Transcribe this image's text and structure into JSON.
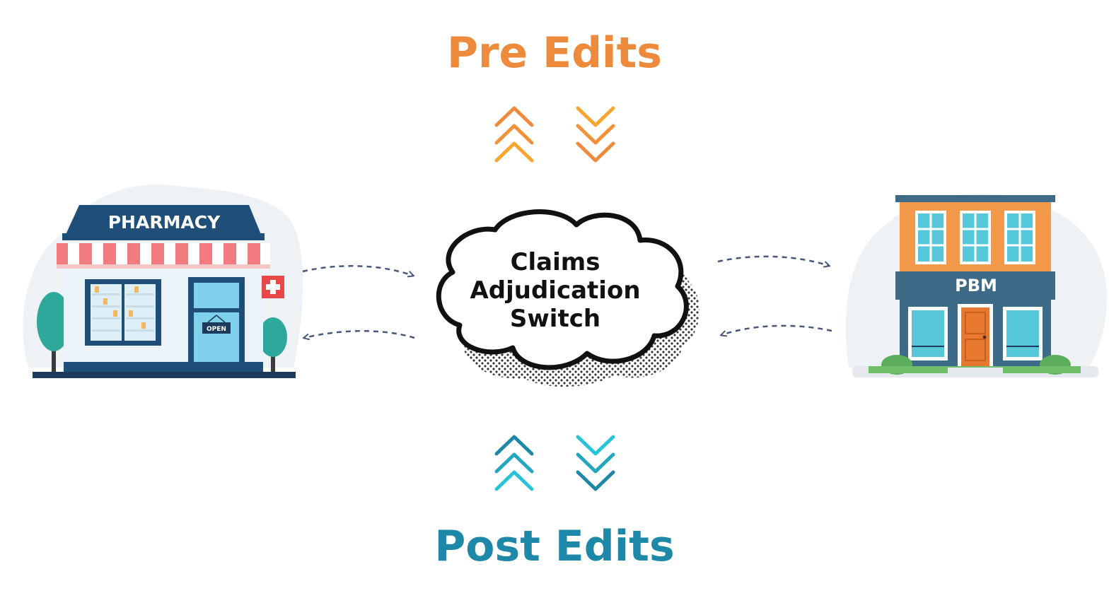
{
  "titles": {
    "pre": "Pre Edits",
    "post": "Post Edits"
  },
  "nodes": {
    "pharmacy": {
      "sign": "PHARMACY",
      "door_sign": "OPEN"
    },
    "switch": {
      "line1": "Claims",
      "line2": "Adjudication",
      "line3": "Switch"
    },
    "pbm": {
      "sign": "PBM"
    }
  },
  "flows": [
    {
      "from": "pharmacy",
      "to": "switch"
    },
    {
      "from": "switch",
      "to": "pharmacy"
    },
    {
      "from": "switch",
      "to": "pbm"
    },
    {
      "from": "pbm",
      "to": "switch"
    }
  ],
  "colors": {
    "pre": "#EE8A3C",
    "pre_light": "#F6A630",
    "post": "#1E88A8",
    "post_light": "#29C3D8",
    "navy": "#1B3A5C",
    "arrow": "#4A5878",
    "pbm_orange": "#F2994A",
    "pbm_slate": "#3D6A86",
    "glass": "#6FD3E3"
  }
}
